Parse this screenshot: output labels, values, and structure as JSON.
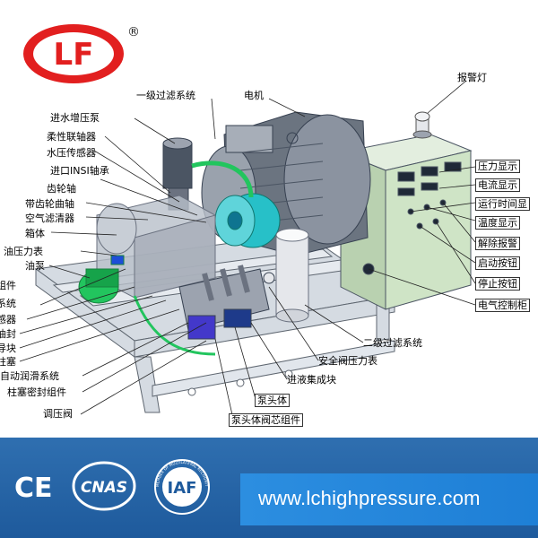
{
  "logo": {
    "text": "LF",
    "registered": "®",
    "color": "#e02020"
  },
  "labels": {
    "alarm_light": "报警灯",
    "motor": "电机",
    "primary_filter": "一级过滤系统",
    "inlet_booster_pump": "进水增压泵",
    "flexible_coupling": "柔性联轴器",
    "hydraulic_sensor": "水压传感器",
    "inlet_manifold_overlap": "进口INSI轴承",
    "gear_shaft": "齿轮轴",
    "pulley": "带齿轮曲轴",
    "air_filter": "空气滤清器",
    "box": "箱体",
    "oil_pressure_gauge": "油压力表",
    "oil_pump": "油泵",
    "left_cut_1": "组件",
    "left_cut_2": "系统",
    "left_cut_3": "感器",
    "left_cut_4": "油封",
    "left_cut_5": "导块",
    "left_cut_6": "柱塞",
    "auto_lubrication": "自动润滑系统",
    "plunger_seal": "柱塞密封组件",
    "pressure_regulating_valve": "调压阀",
    "pressure_display": "压力显示",
    "current_display": "电流显示",
    "runtime_display": "运行时间显",
    "temperature_display": "温度显示",
    "alarm_release": "解除报警",
    "start_button": "启动按钮",
    "stop_button": "停止按钮",
    "electric_cabinet": "电气控制柜",
    "secondary_filter": "二级过滤系统",
    "safety_valve_gauge": "安全阀压力表",
    "inlet_manifold": "进液集成块",
    "pump_head": "泵头体",
    "pump_head_valve": "泵头体阀芯组件"
  },
  "footer": {
    "url": "www.lchighpressure.com",
    "cert_ce": "CE",
    "cert_cnas": "CNAS",
    "cert_iaf": "IAF",
    "cert_iaf_ring": "MEMBER OF MULTILATERAL RECOGNITION ARRANGEMENT"
  },
  "colors": {
    "frame": "#c9d0d8",
    "cabinet": "#cfe3c8",
    "motor": "#6b7480",
    "coupling": "#27c0c8",
    "footer": "#2466a8",
    "url_band": "#2a8ae0"
  }
}
